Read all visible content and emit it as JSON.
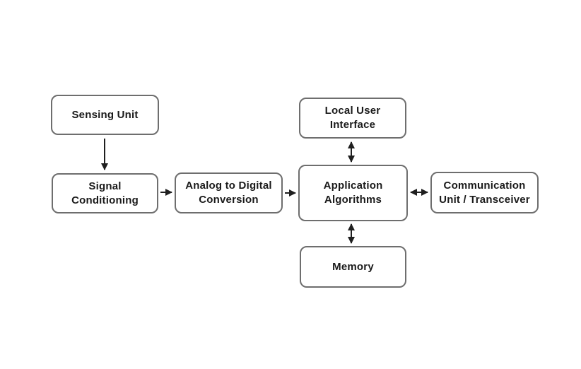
{
  "diagram": {
    "type": "block-diagram",
    "colors": {
      "background": "#ffffff",
      "box_border": "#6e6e6e",
      "box_fill": "#ffffff",
      "text": "#1a1a1a",
      "arrow": "#1f1f1f"
    },
    "nodes": [
      {
        "id": "sensing-unit",
        "label": "Sensing Unit",
        "line1": "Sensing Unit",
        "line2": ""
      },
      {
        "id": "signal-conditioning",
        "label": "Signal Conditioning",
        "line1": "Signal",
        "line2": "Conditioning"
      },
      {
        "id": "analog-to-digital-conversion",
        "label": "Analog to Digital Conversion",
        "line1": "Analog to Digital",
        "line2": "Conversion"
      },
      {
        "id": "local-user-interface",
        "label": "Local User Interface",
        "line1": "Local User",
        "line2": "Interface"
      },
      {
        "id": "application-algorithms",
        "label": "Application Algorithms",
        "line1": "Application",
        "line2": "Algorithms"
      },
      {
        "id": "communication-unit-transceiver",
        "label": "Communication Unit / Transceiver",
        "line1": "Communication",
        "line2": "Unit / Transceiver"
      },
      {
        "id": "memory",
        "label": "Memory",
        "line1": "Memory",
        "line2": ""
      }
    ],
    "edges": [
      {
        "from": "sensing-unit",
        "to": "signal-conditioning",
        "direction": "one-way"
      },
      {
        "from": "signal-conditioning",
        "to": "analog-to-digital-conversion",
        "direction": "one-way"
      },
      {
        "from": "analog-to-digital-conversion",
        "to": "application-algorithms",
        "direction": "one-way"
      },
      {
        "from": "local-user-interface",
        "to": "application-algorithms",
        "direction": "two-way"
      },
      {
        "from": "application-algorithms",
        "to": "memory",
        "direction": "two-way"
      },
      {
        "from": "application-algorithms",
        "to": "communication-unit-transceiver",
        "direction": "two-way"
      }
    ]
  }
}
